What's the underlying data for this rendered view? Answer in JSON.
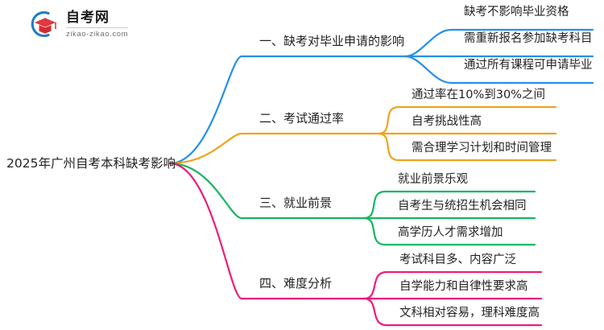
{
  "logo": {
    "name": "zikao-logo",
    "title": "自考网",
    "subtitle": "zikao-zikao.com",
    "arc_color": "#1f7ec4",
    "cap_color": "#e0383e"
  },
  "mindmap": {
    "root": {
      "label": "2025年广州自考本科缺考影响"
    },
    "branches": [
      {
        "label": "一、缺考对毕业申请的影响",
        "color": "#2490e8",
        "leaves": [
          {
            "label": "缺考不影响毕业资格"
          },
          {
            "label": "需重新报名参加缺考科目"
          },
          {
            "label": "通过所有课程可申请毕业"
          }
        ]
      },
      {
        "label": "二、考试通过率",
        "color": "#efa31d",
        "leaves": [
          {
            "label": "通过率在10%到30%之间"
          },
          {
            "label": "自考挑战性高"
          },
          {
            "label": "需合理学习计划和时间管理"
          }
        ]
      },
      {
        "label": "三、就业前景",
        "color": "#15b663",
        "leaves": [
          {
            "label": "就业前景乐观"
          },
          {
            "label": "自考生与统招生机会相同"
          },
          {
            "label": "高学历人才需求增加"
          }
        ]
      },
      {
        "label": "四、难度分析",
        "color": "#ed1c7a",
        "leaves": [
          {
            "label": "考试科目多、内容广泛"
          },
          {
            "label": "自学能力和自律性要求高"
          },
          {
            "label": "文科相对容易，理科难度高"
          }
        ]
      }
    ]
  }
}
